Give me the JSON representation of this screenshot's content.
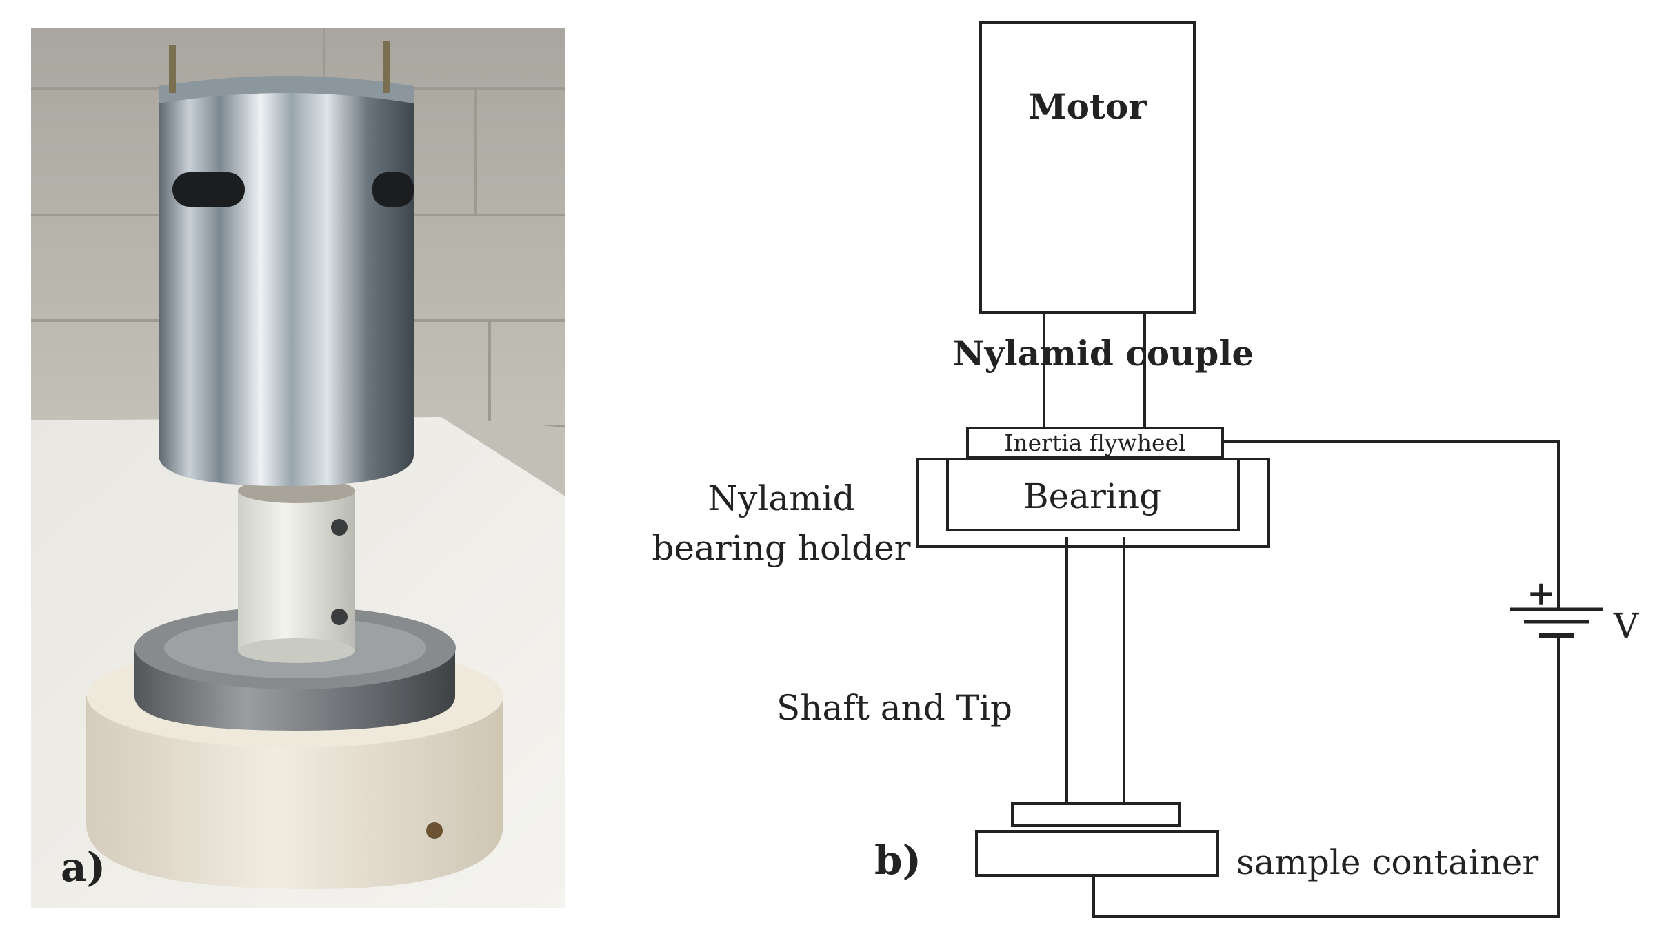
{
  "panel_a": {
    "label": "a)"
  },
  "panel_b": {
    "label": "b)",
    "components": {
      "motor": "Motor",
      "coupling": "Nylamid couple",
      "flywheel": "Inertia flywheel",
      "bearing": "Bearing",
      "bearing_holder_line1": "Nylamid",
      "bearing_holder_line2": "bearing holder",
      "shaft": "Shaft and Tip",
      "sample_container": "sample container"
    },
    "power_source": {
      "polarity": "+",
      "label": "V"
    }
  },
  "colors": {
    "line": "#222222",
    "background": "#ffffff"
  }
}
